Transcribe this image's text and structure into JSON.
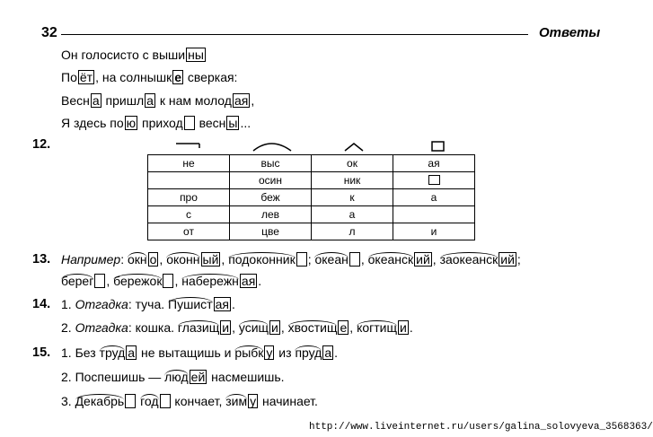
{
  "header": {
    "page_number": "32",
    "title": "Ответы"
  },
  "poem": [
    {
      "text_a": "Он голосисто с выши",
      "box": "ны"
    },
    {
      "p1": "По",
      "box1": "ёт",
      "p2": ", на солнышк",
      "box2": "е",
      "p3": " сверкая:"
    },
    {
      "p1": "Весн",
      "box1": "а",
      "p2": " пришл",
      "box2": "а",
      "p3": " к нам молод",
      "box3": "ая",
      "p4": ","
    },
    {
      "p1": "Я здесь по",
      "box1": "ю",
      "p2": " приход",
      "p3": " весн",
      "box3": "ы",
      "p4": "..."
    }
  ],
  "task12": {
    "number": "12.",
    "rows": [
      [
        "не",
        "выс",
        "ок",
        "ая"
      ],
      [
        "",
        "осин",
        "ник",
        ""
      ],
      [
        "про",
        "беж",
        "к",
        "а"
      ],
      [
        "с",
        "лев",
        "а",
        ""
      ],
      [
        "от",
        "цве",
        "л",
        "и"
      ]
    ]
  },
  "task13": {
    "number": "13.",
    "label": "Например",
    "line1": {
      "w1a": "окн",
      "w1b": "о",
      "w2a": "оконн",
      "w2b": "ый",
      "w3a": "подоконник",
      "w4a": "океан",
      "w5a": "океанск",
      "w5b": "ий",
      "w6a": "заокеанск",
      "w6b": "ий"
    },
    "line2": {
      "w1a": "берег",
      "w2a": "бережок",
      "w3a": "набережн",
      "w3b": "ая"
    }
  },
  "task14": {
    "number": "14.",
    "item1": {
      "prefix": "1. ",
      "label": "Отгадка",
      "text": ": туча. ",
      "word_a": "Пушист",
      "word_b": "ая",
      "end": "."
    },
    "item2": {
      "prefix": "2. ",
      "label": "Отгадка",
      "text": ": кошка. ",
      "w1a": "глазищ",
      "w1b": "и",
      "w2a": "усищ",
      "w2b": "и",
      "w3a": "хвостищ",
      "w3b": "е",
      "w4a": "когтищ",
      "w4b": "и"
    }
  },
  "task15": {
    "number": "15.",
    "item1": {
      "p1": "1. Без ",
      "w1a": "труд",
      "w1b": "а",
      "p2": " не вытащишь и ",
      "w2a": "рыбк",
      "w2b": "у",
      "p3": " из ",
      "w3a": "пруд",
      "w3b": "а",
      "p4": "."
    },
    "item2": {
      "p1": "2. Поспешишь — ",
      "w1a": "люд",
      "w1b": "ей",
      "p2": " насмешишь."
    },
    "item3": {
      "p1": "3. ",
      "w1a": "Декабрь",
      "w2a": "год",
      "p2": " кончает, ",
      "w3a": "зим",
      "w3b": "у",
      "p3": " начинает."
    }
  },
  "footer": {
    "url": "http://www.liveinternet.ru/users/galina_solovyeva_3568363/"
  }
}
